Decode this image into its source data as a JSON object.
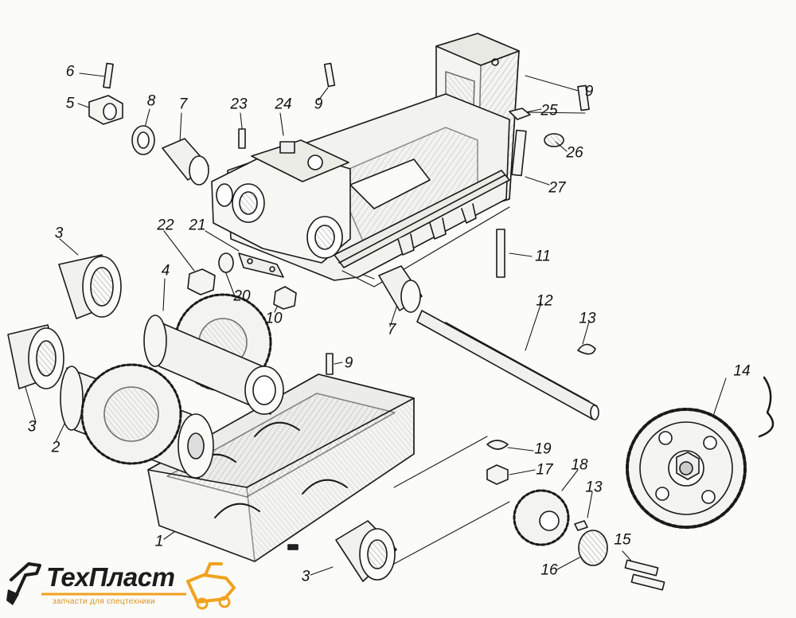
{
  "diagram": {
    "callouts": [
      "1",
      "2",
      "3",
      "3",
      "3",
      "4",
      "5",
      "6",
      "7",
      "7",
      "8",
      "9",
      "9",
      "9",
      "10",
      "11",
      "12",
      "13",
      "13",
      "14",
      "15",
      "16",
      "17",
      "18",
      "19",
      "20",
      "21",
      "22",
      "23",
      "24",
      "25",
      "26",
      "27"
    ]
  },
  "logo": {
    "name": "ТехПласт",
    "tagline": "запчасти для спецтехники",
    "accent_color": "#f0a21e",
    "dark_color": "#1c1c1c"
  }
}
